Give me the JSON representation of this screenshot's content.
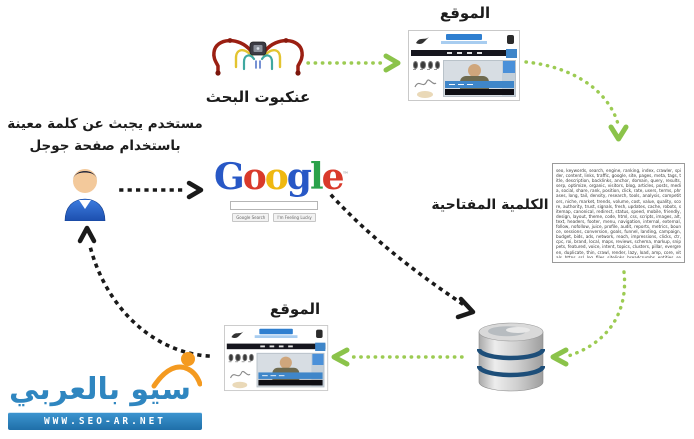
{
  "colors": {
    "arrow_green": "#9ccb52",
    "arrow_green_head": "#8bc34a",
    "arrow_black": "#1a1a1a",
    "brand_blue": "#2f86c0",
    "brand_orange": "#f49a20",
    "db_band": "#1d4e79",
    "site_accent_blue": "#3f86c9"
  },
  "nodes": {
    "top_site": {
      "label": "الموقع"
    },
    "bottom_site": {
      "label": "الموقع"
    },
    "spider": {
      "label": "عنكبوت البحث"
    },
    "keywords": {
      "label": "الكلمية المفتاحية",
      "text": "seo, keywords, search, engine, ranking, index, crawler, spider, content, links, traffic, google, site, pages, meta, tags, title, description, backlinks, anchor, domain, query, results, serp, optimize, organic, visitors, blog, articles, posts, media, social, share, rank, position, click, rate, users, terms, phrases, long, tail, density, research, tools, analysis, competitors, niche, market, trends, volume, cost, value, quality, score, authority, trust, signals, fresh, updates, cache, robots, sitemap, canonical, redirect, status, speed, mobile, friendly, design, layout, theme, code, html, css, scripts, images, alt, text, headers, footer, menu, navigation, internal, external, follow, nofollow, juice, profile, audit, reports, metrics, bounce, sessions, conversion, goals, funnel, landing, campaign, budget, bids, ads, network, reach, impressions, clicks, ctr, cpc, roi, brand, local, maps, reviews, schema, markup, snippets, featured, voice, intent, topics, clusters, pillar, evergreen, duplicate, thin, crawl, render, lazy, load, amp, core, vitals, https, ssl, log, files, sitelinks, breadcrumbs, entities, semantic, related, synonyms, stemming, queries, sessions, panels, cards, answers, questions, people, also, ask"
    },
    "user": {
      "caption_line1": "مستخدم يجبث عن كلمة معينة",
      "caption_line2": "باستخدام صفحة جوجل"
    }
  },
  "google": {
    "letters": [
      {
        "ch": "G",
        "color": "#2858c6"
      },
      {
        "ch": "o",
        "color": "#d93a2b"
      },
      {
        "ch": "o",
        "color": "#efb811"
      },
      {
        "ch": "g",
        "color": "#2858c6"
      },
      {
        "ch": "l",
        "color": "#2aa24a"
      },
      {
        "ch": "e",
        "color": "#d93a2b"
      }
    ],
    "trademark": "™",
    "search_input_value": "",
    "buttons": [
      "Google Search",
      "I'm Feeling Lucky"
    ]
  },
  "watermark": {
    "title": "سيو بالعربي",
    "url": "WWW.SEO-AR.NET"
  }
}
